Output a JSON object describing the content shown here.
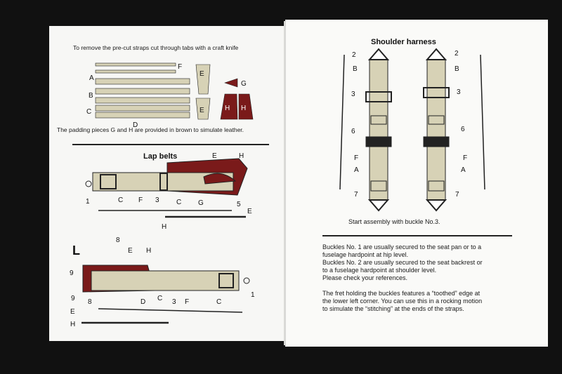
{
  "left_page": {
    "intro": "To remove the pre-cut straps cut through tabs with a craft knife",
    "padding_note": "The padding pieces G and H are provided in brown to simulate leather.",
    "lap_belts_title": "Lap belts",
    "fret_labels": {
      "A": "A",
      "B": "B",
      "C": "C",
      "D": "D",
      "E": "E",
      "F": "F",
      "G": "G",
      "H": "H"
    },
    "lap_labels": [
      "1",
      "C",
      "F",
      "3",
      "C",
      "G",
      "5",
      "E",
      "H",
      "E",
      "H"
    ],
    "lower_labels": [
      "8",
      "L",
      "9",
      "E",
      "H",
      "D",
      "C",
      "3",
      "F",
      "C",
      "1",
      "9",
      "8",
      "E",
      "H"
    ]
  },
  "right_page": {
    "shoulder_title": "Shoulder harness",
    "harness_labels": [
      "2",
      "B",
      "3",
      "6",
      "F",
      "A",
      "7"
    ],
    "start_note": "Start assembly with buckle No.3.",
    "note_1a": "Buckles No. 1 are usually secured to the seat pan or to a",
    "note_1b": "fuselage hardpoint at hip level.",
    "note_2a": "Buckles No. 2 are usually secured to the seat backrest or",
    "note_2b": "to a fuselage hardpoint at shoulder level.",
    "note_3": "Please check your references.",
    "fret_1": "The fret holding the buckles features a “toothed” edge at",
    "fret_2": "the lower left corner. You can use this in a rocking motion",
    "fret_3": "to simulate the “stitching” at the ends of the straps."
  },
  "colors": {
    "strap": "#d7d2b6",
    "leather": "#7a1a1a",
    "outline": "#222222"
  }
}
